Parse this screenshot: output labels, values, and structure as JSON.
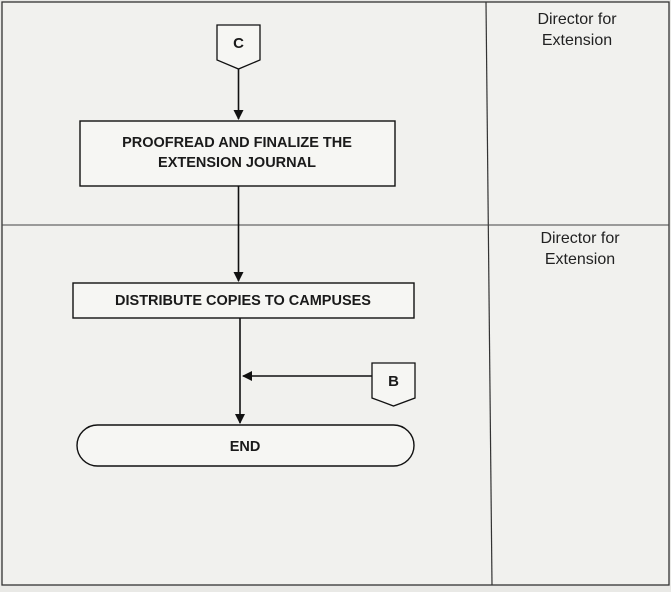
{
  "rows": [
    {
      "responsible": [
        "Director for",
        "Extension"
      ]
    },
    {
      "responsible": [
        "Director for",
        "Extension"
      ]
    }
  ],
  "connectors": {
    "top": "C",
    "side": "B"
  },
  "steps": {
    "proofread": [
      "PROOFREAD AND FINALIZE THE",
      "EXTENSION JOURNAL"
    ],
    "distribute": "DISTRIBUTE COPIES TO CAMPUSES",
    "end": "END"
  }
}
